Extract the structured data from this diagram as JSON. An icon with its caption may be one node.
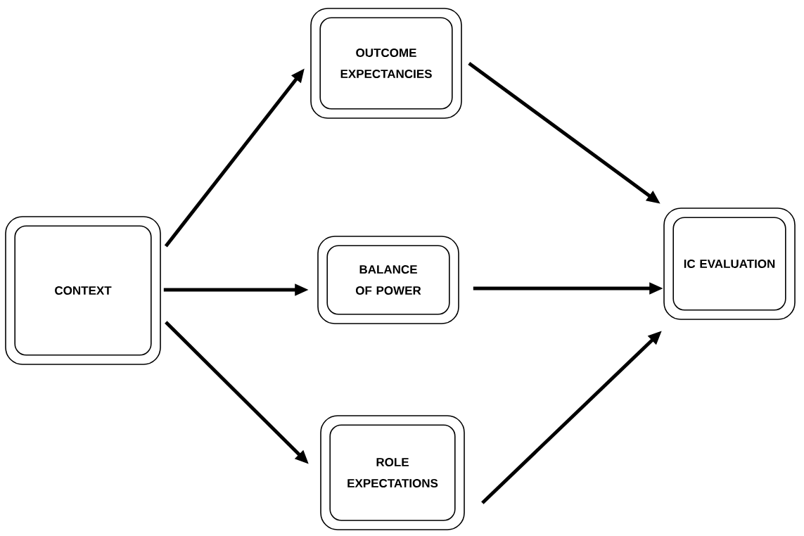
{
  "diagram": {
    "nodes": [
      {
        "text": [
          "CONTEXT"
        ]
      },
      {
        "text": [
          "OUTCOME EXPECTANCIES"
        ]
      },
      {
        "text": [
          "BALANCE OF POWER"
        ]
      },
      {
        "text": [
          "ROLE EXPECTATIONS"
        ]
      },
      {
        "text": [
          "IC EVALUATION"
        ]
      }
    ],
    "edges": [
      {
        "from": 0,
        "to": 1,
        "arrow": "to"
      },
      {
        "from": 0,
        "to": 2,
        "arrow": "to"
      },
      {
        "from": 0,
        "to": 3,
        "arrow": "to"
      },
      {
        "from": 1,
        "to": 4,
        "arrow": "to"
      },
      {
        "from": 2,
        "to": 4,
        "arrow": "to"
      },
      {
        "from": 3,
        "to": 4,
        "arrow": "to"
      }
    ]
  }
}
